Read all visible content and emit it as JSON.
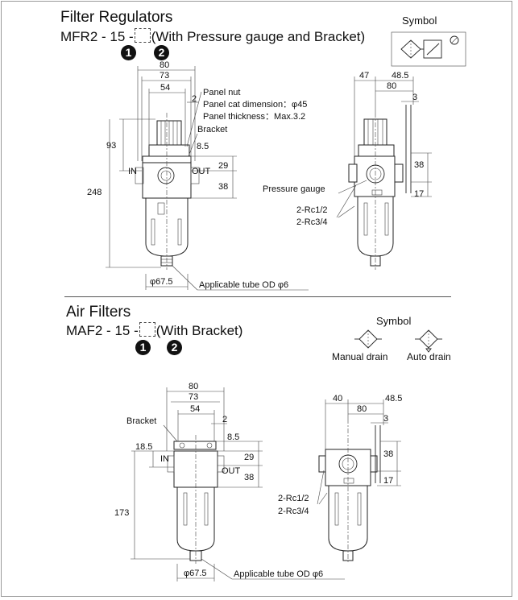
{
  "section1": {
    "title": "Filter Regulators",
    "model_prefix": "MFR2 - 15 -",
    "model_suffix": "(With Pressure gauge and Bracket)",
    "badge1": "1",
    "badge2": "2",
    "symbol_label": "Symbol",
    "front": {
      "dims_top": [
        "80",
        "73",
        "54"
      ],
      "dim_2": "2",
      "dim_93": "93",
      "dim_248": "248",
      "dim_8_5": "8.5",
      "dim_29": "29",
      "dim_38": "38",
      "in_label": "IN",
      "out_label": "OUT",
      "panel_nut": "Panel nut",
      "panel_cut": "Panel cat dimension：φ45",
      "panel_thickness": "Panel thickness：Max.3.2",
      "bracket": "Bracket",
      "dim_67_5": "φ67.5",
      "tube": "Applicable tube OD φ6"
    },
    "side": {
      "dim_47": "47",
      "dim_48_5": "48.5",
      "dim_80": "80",
      "dim_3": "3",
      "dim_38": "38",
      "dim_17": "17",
      "pressure_gauge": "Pressure gauge",
      "rc1": "2-Rc1/2",
      "rc2": "2-Rc3/4"
    }
  },
  "section2": {
    "title": "Air Filters",
    "model_prefix": "MAF2 - 15 -",
    "model_suffix": "(With Bracket)",
    "badge1": "1",
    "badge2": "2",
    "symbol_label": "Symbol",
    "manual_drain": "Manual drain",
    "auto_drain": "Auto drain",
    "front": {
      "dims_top": [
        "80",
        "73",
        "54"
      ],
      "dim_2": "2",
      "bracket": "Bracket",
      "dim_18_5": "18.5",
      "dim_8_5": "8.5",
      "dim_29": "29",
      "dim_38": "38",
      "dim_173": "173",
      "in_label": "IN",
      "out_label": "OUT",
      "dim_67_5": "φ67.5",
      "tube": "Applicable tube OD φ6"
    },
    "side": {
      "dim_40": "40",
      "dim_48_5": "48.5",
      "dim_80": "80",
      "dim_3": "3",
      "dim_38": "38",
      "dim_17": "17",
      "rc1": "2-Rc1/2",
      "rc2": "2-Rc3/4"
    }
  }
}
